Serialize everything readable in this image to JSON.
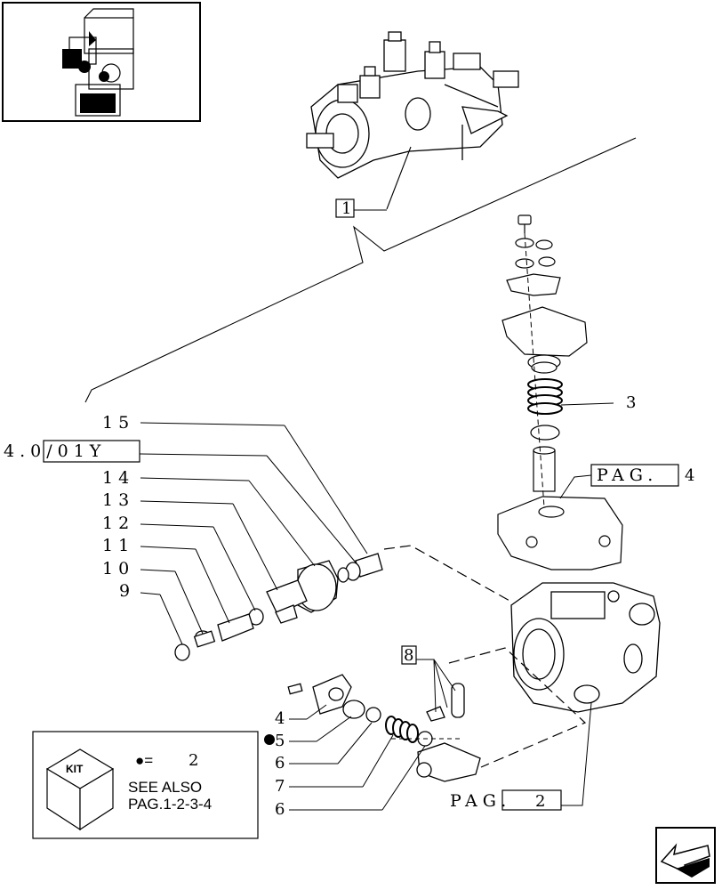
{
  "refs": {
    "r15": "15",
    "r1402": "4.0/01Y",
    "r14": "14",
    "r13": "13",
    "r12": "12",
    "r11": "11",
    "r10": "10",
    "r9": "9",
    "r3": "3",
    "r4": "4",
    "r5": "5",
    "r6a": "6",
    "r7": "7",
    "r6b": "6",
    "r1": "1",
    "r8": "8"
  },
  "page_refs": {
    "pag4_label": "PAG.",
    "pag4_num": "4",
    "pag2_label": "PAG.",
    "pag2_num": "2"
  },
  "kit_box": {
    "kit_label": "KIT",
    "bullet_equals": "●=",
    "bullet_value": "2",
    "see_also": "SEE ALSO",
    "see_also_pages": "PAG.1-2-3-4"
  },
  "icons": {
    "nav": "arrow-back-icon",
    "kit": "kit-cube-icon",
    "bullet": "filled-circle-icon"
  },
  "colors": {
    "line": "#000000",
    "background": "#ffffff"
  }
}
